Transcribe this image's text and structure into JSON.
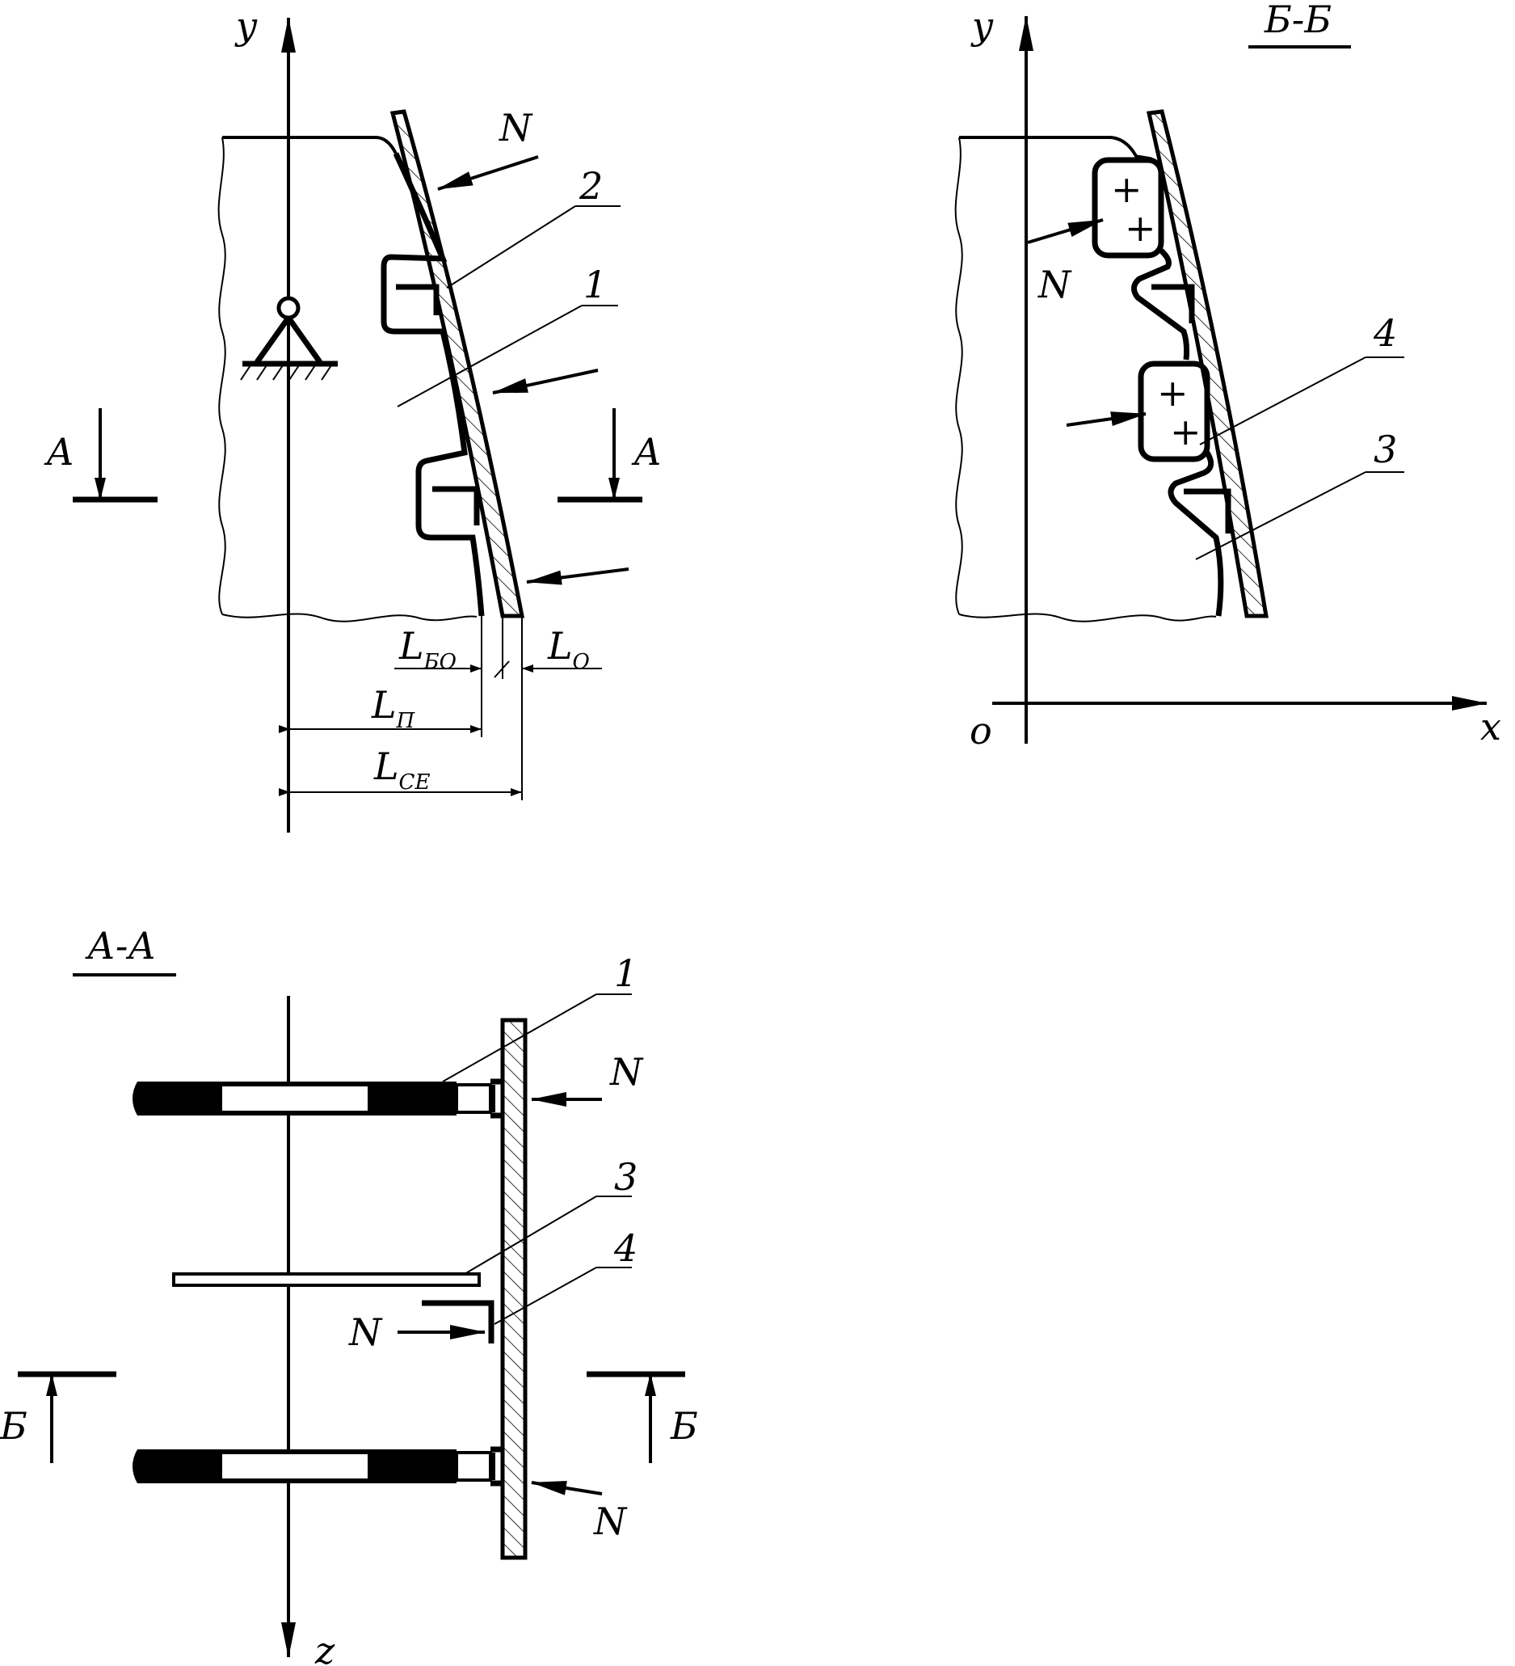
{
  "views": {
    "main": {
      "axis_y": "y",
      "force": "N",
      "callout_2": "2",
      "callout_1": "1",
      "section_a_left": "A",
      "section_a_right": "A",
      "dim_lbo": "L",
      "dim_lbo_sub": "БО",
      "dim_lo": "L",
      "dim_lo_sub": "О",
      "dim_lp": "L",
      "dim_lp_sub": "П",
      "dim_lse": "L",
      "dim_lse_sub": "СЕ"
    },
    "section_bb": {
      "title": "Б-Б",
      "axis_y": "y",
      "axis_x": "x",
      "origin": "o",
      "force": "N",
      "callout_4": "4",
      "callout_3": "3",
      "plus_symbol": "+"
    },
    "section_aa": {
      "title": "А-А",
      "axis_z": "z",
      "callout_1": "1",
      "callout_3": "3",
      "callout_4": "4",
      "force_top": "N",
      "force_mid": "N",
      "force_bottom": "N",
      "section_b_left": "Б",
      "section_b_right": "Б"
    }
  },
  "colors": {
    "ink": "#000000",
    "paper": "#ffffff"
  }
}
